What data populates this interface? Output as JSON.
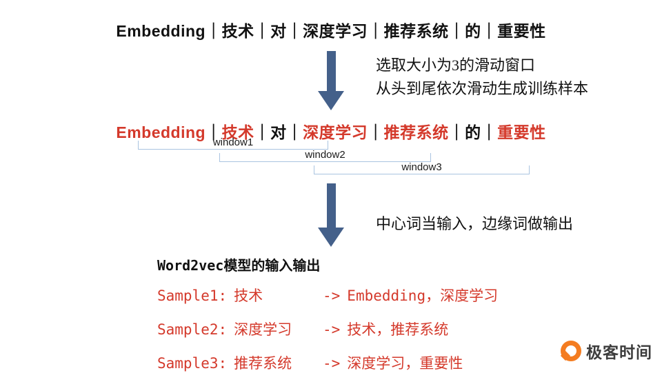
{
  "colors": {
    "red": "#d4392b",
    "arrow_blue": "#44608a",
    "bracket_blue": "#a9c3e0",
    "logo_orange": "#f47c20",
    "text_dark": "#111111"
  },
  "title": {
    "text": "Embedding｜技术｜对｜深度学习｜推荐系统｜的｜重要性"
  },
  "step1": {
    "line1": "选取大小为3的滑动窗口",
    "line2": "从头到尾依次滑动生成训练样本"
  },
  "sentence": {
    "segments": [
      {
        "text": "Embedding",
        "color": "#d4392b"
      },
      {
        "text": "｜",
        "color": "#111111"
      },
      {
        "text": "技术",
        "color": "#d4392b"
      },
      {
        "text": "｜",
        "color": "#111111"
      },
      {
        "text": "对",
        "color": "#111111"
      },
      {
        "text": "｜",
        "color": "#111111"
      },
      {
        "text": "深度学习",
        "color": "#d4392b"
      },
      {
        "text": "｜",
        "color": "#111111"
      },
      {
        "text": "推荐系统",
        "color": "#d4392b"
      },
      {
        "text": "｜",
        "color": "#111111"
      },
      {
        "text": "的",
        "color": "#111111"
      },
      {
        "text": "｜",
        "color": "#111111"
      },
      {
        "text": "重要性",
        "color": "#d4392b"
      }
    ]
  },
  "windows": {
    "items": [
      {
        "label": "window1"
      },
      {
        "label": "window2"
      },
      {
        "label": "window3"
      }
    ]
  },
  "step2": {
    "note": "中心词当输入，边缘词做输出"
  },
  "output": {
    "title": "Word2vec模型的输入输出",
    "arrow": "->",
    "samples": [
      {
        "label": "Sample1:",
        "input": "技术",
        "output": "Embedding，深度学习"
      },
      {
        "label": "Sample2:",
        "input": "深度学习",
        "output": "技术，推荐系统"
      },
      {
        "label": "Sample3:",
        "input": "推荐系统",
        "output": "深度学习，重要性"
      }
    ]
  },
  "logo": {
    "text": "极客时间"
  }
}
